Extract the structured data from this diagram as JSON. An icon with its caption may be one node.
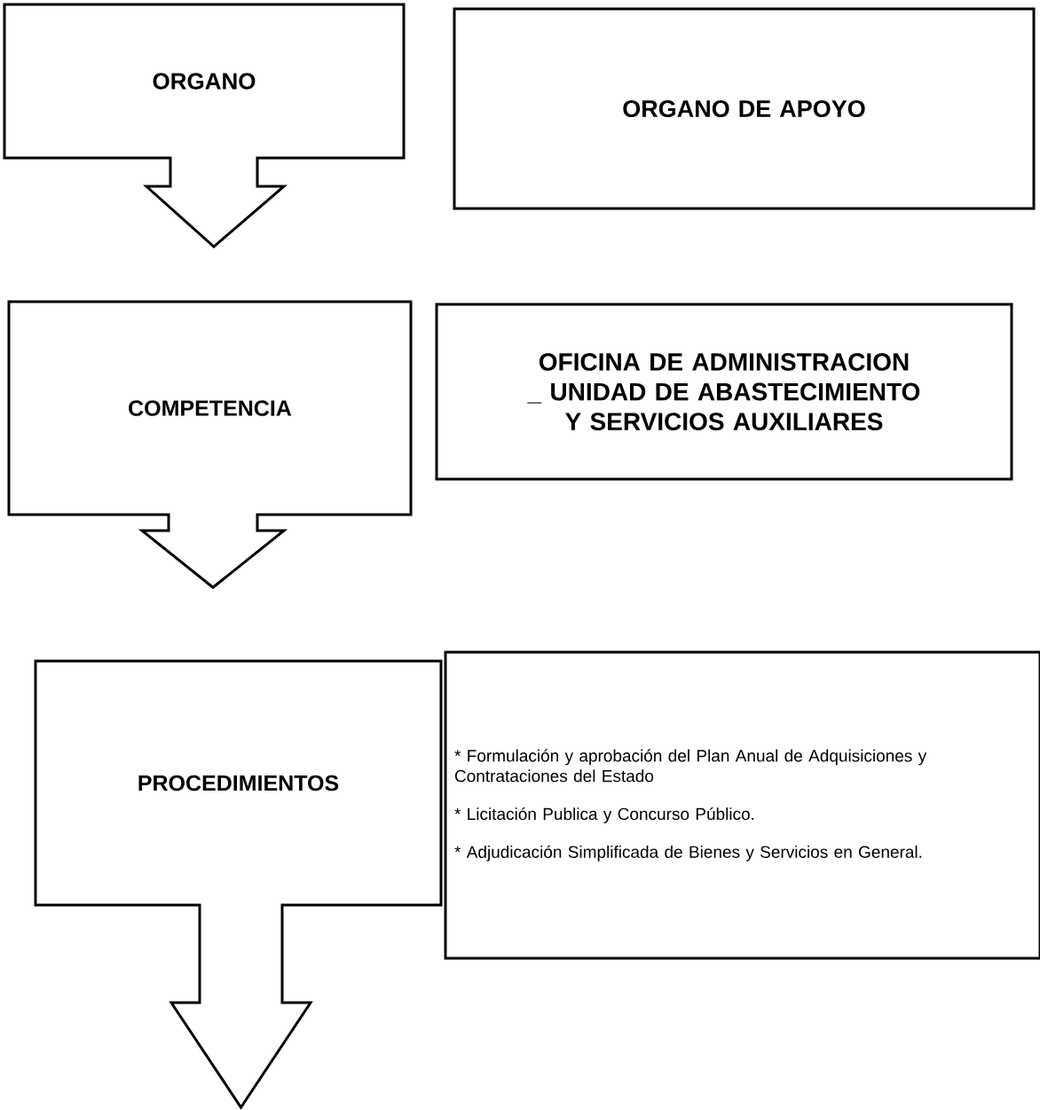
{
  "diagram": {
    "nodes": [
      {
        "text": [
          "ORGANO"
        ]
      },
      {
        "text": [
          "ORGANO DE APOYO"
        ]
      },
      {
        "text": [
          "COMPETENCIA"
        ]
      },
      {
        "text": [
          "OFICINA DE ADMINISTRACION _ UNIDAD DE ABASTECIMIENTO Y SERVICIOS AUXILIARES"
        ]
      },
      {
        "text": [
          "PROCEDIMIENTOS"
        ]
      },
      {
        "text": [
          "* Formulación  y aprobación del Plan Anual de Adquisiciones y Contrataciones del Estado",
          "* Licitación Publica y Concurso Público.",
          "* Adjudicación Simplificada de Bienes y Servicios en General."
        ]
      }
    ]
  }
}
